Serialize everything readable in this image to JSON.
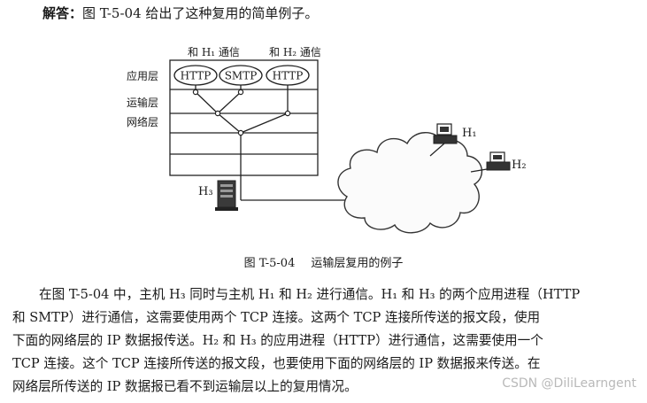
{
  "heading": {
    "label": "解答：",
    "text": "图 T-5-04 给出了这种复用的简单例子。"
  },
  "diagram": {
    "top_label_left": "和 H₁ 通信",
    "top_label_right": "和 H₂ 通信",
    "layer_app": "应用层",
    "layer_transport": "运输层",
    "layer_network": "网络层",
    "process_1": "HTTP",
    "process_2": "SMTP",
    "process_3": "HTTP",
    "host_h1": "H₁",
    "host_h2": "H₂",
    "host_h3": "H₃"
  },
  "caption": {
    "number": "图 T-5-04",
    "title": "运输层复用的例子"
  },
  "paragraph": {
    "line1": "在图 T-5-04 中，主机 H₃ 同时与主机 H₁ 和 H₂ 进行通信。H₁ 和 H₃ 的两个应用进程（HTTP",
    "line2": "和 SMTP）进行通信，这需要使用两个 TCP 连接。这两个 TCP 连接所传送的报文段，使用",
    "line3": "下面的网络层的 IP 数据报传送。H₂ 和 H₃ 的应用进程（HTTP）进行通信，这需要使用一个",
    "line4": "TCP 连接。这个 TCP 连接所传送的报文段，也要使用下面的网络层的 IP 数据报来传送。在",
    "line5": "网络层所传送的 IP 数据报已看不到运输层以上的复用情况。"
  },
  "watermark": "CSDN @DiliLearngent"
}
